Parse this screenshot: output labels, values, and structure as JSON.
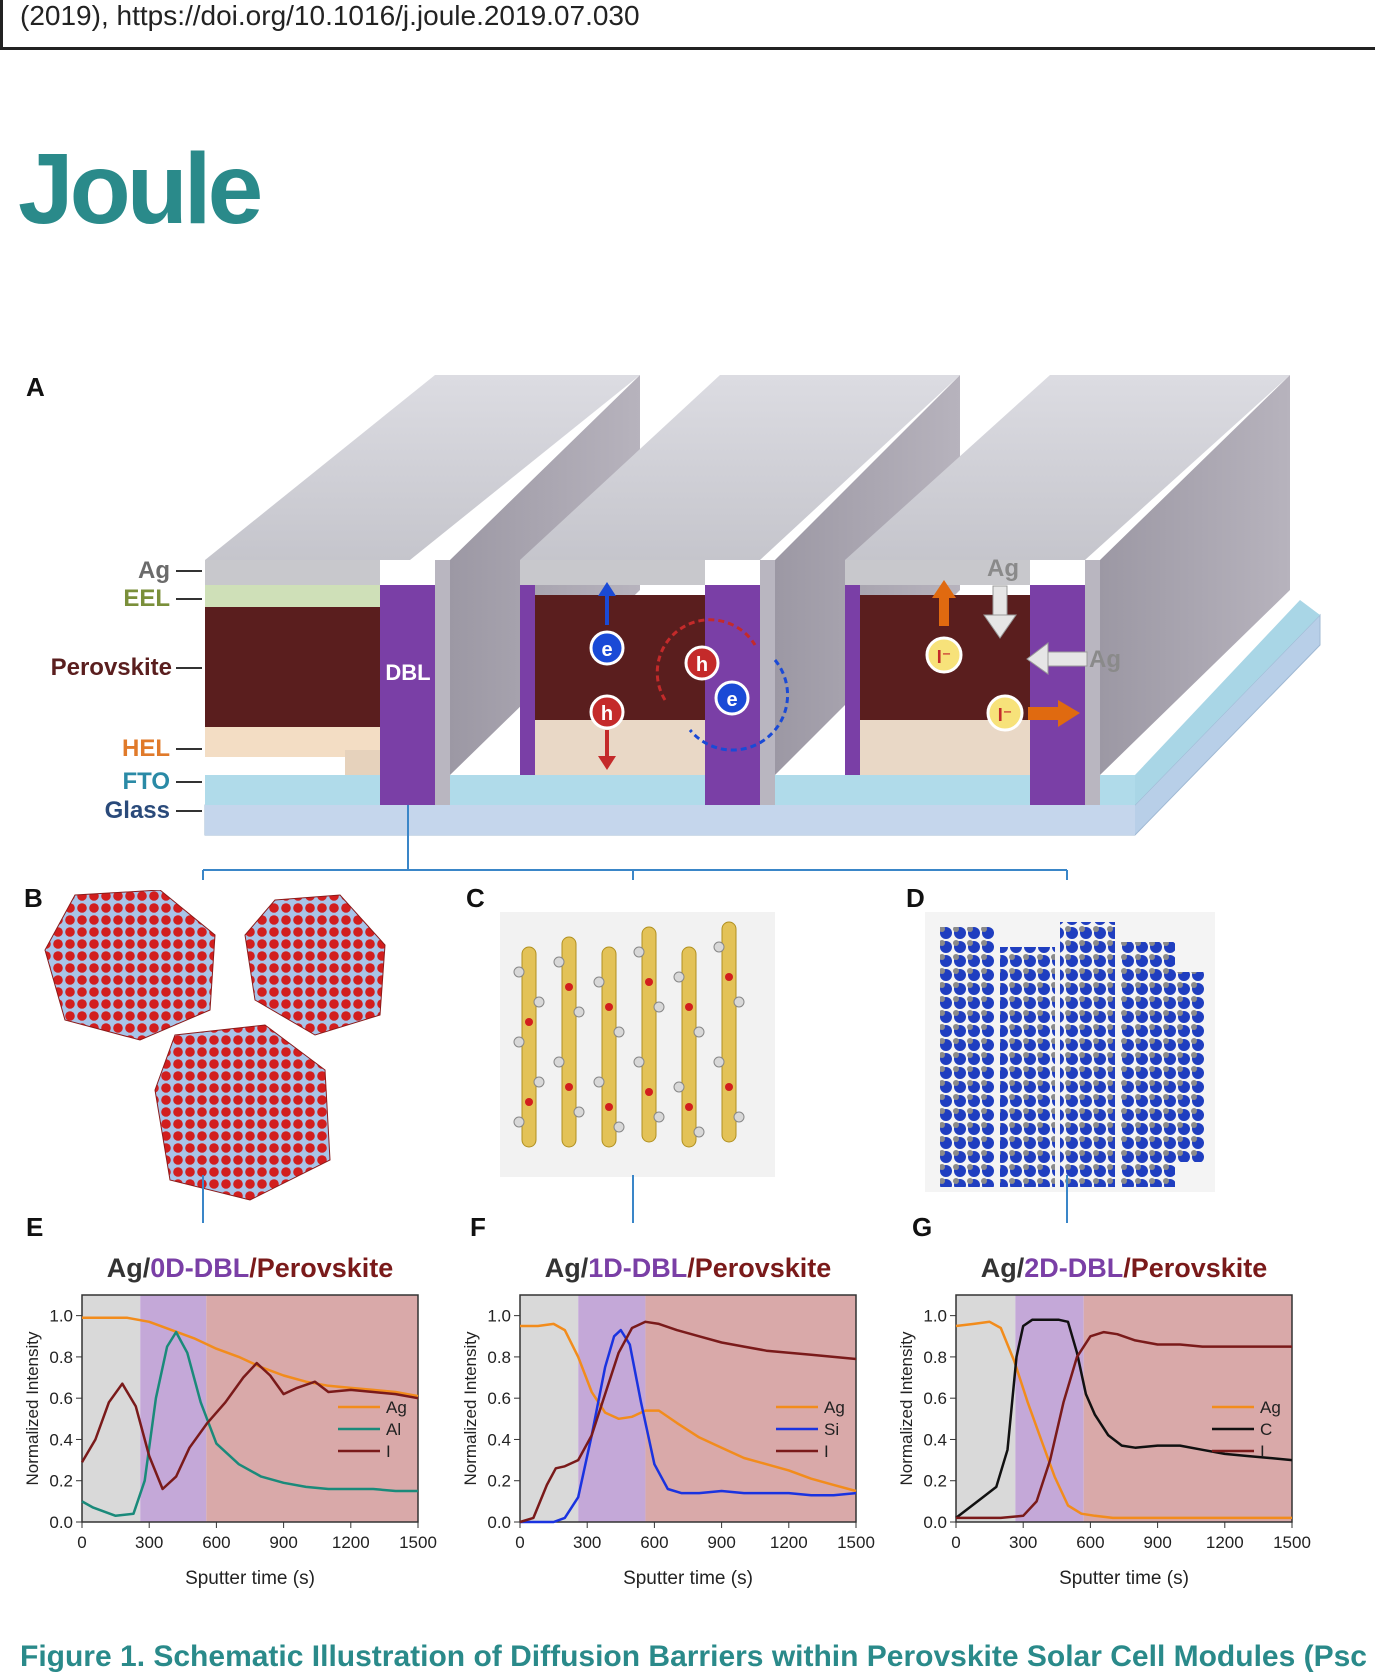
{
  "header": {
    "citation": "(2019), https://doi.org/10.1016/j.joule.2019.07.030",
    "journal": "Joule"
  },
  "panels": {
    "A": "A",
    "B": "B",
    "C": "C",
    "D": "D",
    "E": "E",
    "F": "F",
    "G": "G"
  },
  "schematic": {
    "layer_labels": [
      "Ag",
      "EEL",
      "Perovskite",
      "HEL",
      "FTO",
      "Glass"
    ],
    "dbl_label": "DBL",
    "carriers": {
      "electron": "e",
      "hole": "h",
      "iodide": "I⁻"
    },
    "ag_label": "Ag",
    "colors": {
      "perovskite": "#5a1e1e",
      "dbl": "#7a3fa6",
      "glass": "#b8cfe8",
      "fto": "#a9d6e6",
      "eel": "#cfe0b8",
      "hel": "#f3ddc4",
      "ag": "#c8c8cc"
    }
  },
  "caption": "Figure 1.  Schematic Illustration of Diffusion Barriers within Perovskite Solar Cell Modules (Psc",
  "chart_data": [
    {
      "type": "line",
      "title_parts": [
        "Ag/",
        "0D-DBL",
        "/Perovskite"
      ],
      "xlabel": "Sputter time (s)",
      "ylabel": "Normalized Intensity",
      "xlim": [
        0,
        1500
      ],
      "ylim": [
        0,
        1.1
      ],
      "xticks": [
        0,
        300,
        600,
        900,
        1200,
        1500
      ],
      "yticks": [
        "0.0",
        "0.2",
        "0.4",
        "0.6",
        "0.8",
        "1.0"
      ],
      "regions": [
        {
          "from": 0,
          "to": 260,
          "color": "#d9d9d9"
        },
        {
          "from": 260,
          "to": 555,
          "color": "#c4a8d8"
        },
        {
          "from": 555,
          "to": 1500,
          "color": "#d9a9a9"
        }
      ],
      "series": [
        {
          "name": "Ag",
          "color": "#f28c1c",
          "x": [
            0,
            100,
            200,
            300,
            400,
            500,
            600,
            700,
            800,
            900,
            1000,
            1100,
            1200,
            1300,
            1400,
            1500
          ],
          "y": [
            0.99,
            0.99,
            0.99,
            0.97,
            0.93,
            0.89,
            0.84,
            0.8,
            0.75,
            0.71,
            0.68,
            0.66,
            0.65,
            0.64,
            0.63,
            0.61
          ]
        },
        {
          "name": "Al",
          "color": "#1a8a7a",
          "x": [
            0,
            50,
            150,
            230,
            280,
            330,
            380,
            420,
            470,
            530,
            600,
            700,
            800,
            900,
            1000,
            1100,
            1200,
            1300,
            1400,
            1500
          ],
          "y": [
            0.1,
            0.07,
            0.03,
            0.04,
            0.2,
            0.6,
            0.85,
            0.92,
            0.82,
            0.58,
            0.38,
            0.28,
            0.22,
            0.19,
            0.17,
            0.16,
            0.16,
            0.16,
            0.15,
            0.15
          ]
        },
        {
          "name": "I",
          "color": "#7a1a1a",
          "x": [
            0,
            60,
            120,
            180,
            240,
            300,
            360,
            420,
            480,
            560,
            640,
            720,
            780,
            840,
            900,
            960,
            1040,
            1100,
            1200,
            1300,
            1400,
            1500
          ],
          "y": [
            0.29,
            0.4,
            0.58,
            0.67,
            0.56,
            0.32,
            0.16,
            0.22,
            0.36,
            0.48,
            0.58,
            0.7,
            0.77,
            0.71,
            0.62,
            0.65,
            0.68,
            0.63,
            0.64,
            0.63,
            0.62,
            0.6
          ]
        }
      ]
    },
    {
      "type": "line",
      "title_parts": [
        "Ag/",
        "1D-DBL",
        "/Perovskite"
      ],
      "xlabel": "Sputter time (s)",
      "ylabel": "Normalized Intensity",
      "xlim": [
        0,
        1500
      ],
      "ylim": [
        0,
        1.1
      ],
      "xticks": [
        0,
        300,
        600,
        900,
        1200,
        1500
      ],
      "yticks": [
        "0.0",
        "0.2",
        "0.4",
        "0.6",
        "0.8",
        "1.0"
      ],
      "regions": [
        {
          "from": 0,
          "to": 260,
          "color": "#d9d9d9"
        },
        {
          "from": 260,
          "to": 560,
          "color": "#c4a8d8"
        },
        {
          "from": 560,
          "to": 1500,
          "color": "#d9a9a9"
        }
      ],
      "series": [
        {
          "name": "Ag",
          "color": "#f28c1c",
          "x": [
            0,
            80,
            150,
            200,
            260,
            320,
            380,
            440,
            500,
            560,
            620,
            700,
            800,
            900,
            1000,
            1100,
            1200,
            1300,
            1400,
            1500
          ],
          "y": [
            0.95,
            0.95,
            0.96,
            0.93,
            0.8,
            0.63,
            0.53,
            0.5,
            0.51,
            0.54,
            0.54,
            0.48,
            0.41,
            0.36,
            0.31,
            0.28,
            0.25,
            0.21,
            0.18,
            0.15
          ]
        },
        {
          "name": "Si",
          "color": "#1a33e0",
          "x": [
            0,
            150,
            200,
            260,
            320,
            380,
            420,
            450,
            490,
            540,
            600,
            660,
            720,
            800,
            900,
            1000,
            1100,
            1200,
            1300,
            1400,
            1500
          ],
          "y": [
            0.0,
            0.0,
            0.02,
            0.12,
            0.42,
            0.75,
            0.9,
            0.93,
            0.86,
            0.58,
            0.28,
            0.16,
            0.14,
            0.14,
            0.15,
            0.14,
            0.14,
            0.14,
            0.13,
            0.13,
            0.14
          ]
        },
        {
          "name": "I",
          "color": "#7a1a1a",
          "x": [
            0,
            60,
            120,
            160,
            200,
            260,
            320,
            380,
            440,
            500,
            560,
            620,
            700,
            800,
            900,
            1000,
            1100,
            1200,
            1300,
            1400,
            1500
          ],
          "y": [
            0.0,
            0.02,
            0.18,
            0.26,
            0.27,
            0.3,
            0.42,
            0.62,
            0.82,
            0.94,
            0.97,
            0.96,
            0.93,
            0.9,
            0.87,
            0.85,
            0.83,
            0.82,
            0.81,
            0.8,
            0.79
          ]
        }
      ]
    },
    {
      "type": "line",
      "title_parts": [
        "Ag/",
        "2D-DBL",
        "/Perovskite"
      ],
      "xlabel": "Sputter time (s)",
      "ylabel": "Normalized Intensity",
      "xlim": [
        0,
        1500
      ],
      "ylim": [
        0,
        1.1
      ],
      "xticks": [
        0,
        300,
        600,
        900,
        1200,
        1500
      ],
      "yticks": [
        "0.0",
        "0.2",
        "0.4",
        "0.6",
        "0.8",
        "1.0"
      ],
      "regions": [
        {
          "from": 0,
          "to": 265,
          "color": "#d9d9d9"
        },
        {
          "from": 265,
          "to": 570,
          "color": "#c4a8d8"
        },
        {
          "from": 570,
          "to": 1500,
          "color": "#d9a9a9"
        }
      ],
      "series": [
        {
          "name": "Ag",
          "color": "#f28c1c",
          "x": [
            0,
            80,
            150,
            200,
            260,
            320,
            380,
            440,
            500,
            560,
            620,
            700,
            800,
            900,
            1000,
            1200,
            1500
          ],
          "y": [
            0.95,
            0.96,
            0.97,
            0.94,
            0.78,
            0.58,
            0.4,
            0.22,
            0.08,
            0.04,
            0.03,
            0.02,
            0.02,
            0.02,
            0.02,
            0.02,
            0.02
          ]
        },
        {
          "name": "C",
          "color": "#111111",
          "x": [
            0,
            60,
            120,
            180,
            230,
            270,
            300,
            340,
            400,
            460,
            500,
            540,
            580,
            620,
            680,
            740,
            800,
            900,
            1000,
            1100,
            1200,
            1300,
            1400,
            1500
          ],
          "y": [
            0.02,
            0.07,
            0.12,
            0.17,
            0.35,
            0.8,
            0.95,
            0.98,
            0.98,
            0.98,
            0.97,
            0.82,
            0.62,
            0.52,
            0.42,
            0.37,
            0.36,
            0.37,
            0.37,
            0.35,
            0.33,
            0.32,
            0.31,
            0.3
          ]
        },
        {
          "name": "I",
          "color": "#7a1a1a",
          "x": [
            0,
            200,
            300,
            360,
            420,
            480,
            540,
            600,
            660,
            720,
            800,
            900,
            1000,
            1100,
            1200,
            1300,
            1400,
            1500
          ],
          "y": [
            0.02,
            0.02,
            0.03,
            0.1,
            0.3,
            0.58,
            0.8,
            0.9,
            0.92,
            0.91,
            0.88,
            0.86,
            0.86,
            0.85,
            0.85,
            0.85,
            0.85,
            0.85
          ]
        }
      ]
    }
  ]
}
